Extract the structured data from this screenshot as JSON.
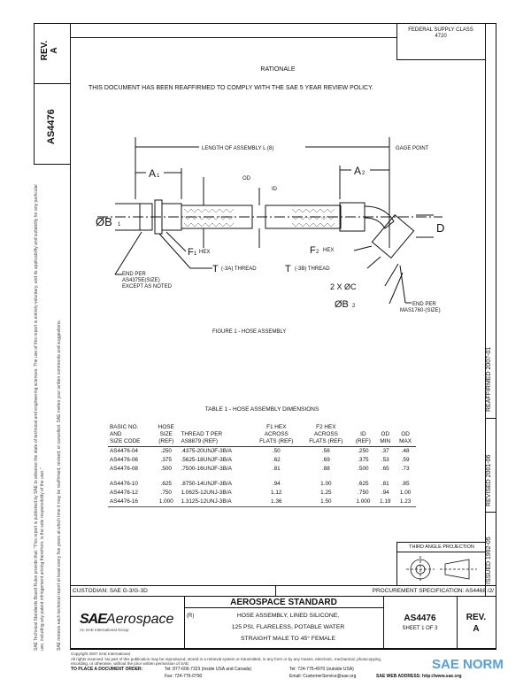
{
  "side_strip": {
    "rev_label": "REV.",
    "rev_value": "A",
    "doc_number": "AS4476"
  },
  "margin_notes": [
    "SAE Technical Standards Board Rules provide that: \"This report is published by SAE to advance the state of technical and engineering sciences. The use of this report is entirely voluntary, and its applicability and suitability for any particular use, including any patent infringement arising therefrom, is the sole responsibility of the user.\"",
    "SAE reviews each technical report at least every five years at which time it may be reaffirmed, revised, or cancelled. SAE invites your written comments and suggestions."
  ],
  "federal_supply": {
    "label": "FEDERAL SUPPLY CLASS",
    "value": "4720"
  },
  "rationale": {
    "title": "RATIONALE",
    "text": "THIS DOCUMENT HAS BEEN REAFFIRMED TO COMPLY WITH THE SAE 5 YEAR REVIEW POLICY."
  },
  "figure": {
    "caption": "FIGURE 1 - HOSE ASSEMBLY",
    "labels": {
      "length": "LENGTH OF ASSEMBLY L (8)",
      "gage_point": "GAGE POINT",
      "a1": "A",
      "a1_sub": "1",
      "a2": "A",
      "a2_sub": "2",
      "od": "OD",
      "id": "ID",
      "b1": "ØB",
      "b1_sub": "1",
      "d": "D",
      "f1": "F",
      "f1_sub": "1",
      "f1_hex": "HEX",
      "f2": "F",
      "f2_sub": "2",
      "f2_hex": "HEX",
      "t1": "T",
      "t1_note": "(-3A) THREAD",
      "t2": "T",
      "t2_note": "(-3B) THREAD",
      "c": "2 X ØC",
      "b2": "ØB",
      "b2_sub": "2",
      "end1_line1": "END PER",
      "end1_line2": "AS4375E(SIZE)",
      "end1_line3": "EXCEPT AS NOTED",
      "end2_line1": "END PER",
      "end2_line2": "MAS1760-(SIZE)"
    }
  },
  "table": {
    "title": "TABLE 1 - HOSE ASSEMBLY DIMENSIONS",
    "headers": [
      [
        "BASIC NO.",
        "AND",
        "SIZE CODE"
      ],
      [
        "HOSE",
        "SIZE",
        "(REF)"
      ],
      [
        "THREAD T PER",
        "AS8879 (REF)"
      ],
      [
        "F1 HEX",
        "ACROSS",
        "FLATS (REF)"
      ],
      [
        "F2 HEX",
        "ACROSS",
        "FLATS (REF)"
      ],
      [
        "ID",
        "(REF)"
      ],
      [
        "OD",
        "MIN"
      ],
      [
        "OD",
        "MAX"
      ]
    ],
    "rows": [
      [
        "AS4476-04",
        ".250",
        ".4375-20UNJF-3B/A",
        ".50",
        ".56",
        ".250",
        ".37",
        ".48"
      ],
      [
        "AS4476-06",
        ".375",
        ".5625-18UNJF-3B/A",
        ".62",
        ".69",
        ".375",
        ".53",
        ".59"
      ],
      [
        "AS4476-08",
        ".500",
        ".7500-16UNJF-3B/A",
        ".81",
        ".88",
        ".500",
        ".65",
        ".73"
      ],
      [
        "AS4476-10",
        ".625",
        ".8750-14UNJF-3B/A",
        ".94",
        "1.00",
        ".625",
        ".81",
        ".85"
      ],
      [
        "AS4476-12",
        ".750",
        "1.0625-12UNJ-3B/A",
        "1.12",
        "1.25",
        ".750",
        ".94",
        "1.00"
      ],
      [
        "AS4476-16",
        "1.000",
        "1.3125-12UNJ-3B/A",
        "1.36",
        "1.50",
        "1.000",
        "1.19",
        "1.23"
      ]
    ]
  },
  "projection": {
    "label": "THIRD ANGLE PROJECTION"
  },
  "right_strip": {
    "reaffirmed": "REAFFIRMED 2007-01",
    "revised": "REVISED 2001-06",
    "issued": "ISSUED 1992-05"
  },
  "custodian": "CUSTODIAN: SAE G-3/G-3D",
  "procurement": "PROCUREMENT SPECIFICATION: AS4468 /2/",
  "title_block": {
    "logo_bold": "SAE",
    "logo_light": "Aerospace",
    "logo_tag": "An SAE International Group",
    "heading": "AEROSPACE STANDARD",
    "r_mark": "(R)",
    "title_lines": [
      "HOSE ASSEMBLY, LINED SILICONE,",
      "125 PSI, FLARELESS, POTABLE WATER",
      "STRAIGHT MALE TO 45° FEMALE"
    ],
    "doc_number": "AS4476",
    "sheet": "SHEET 1 OF 3",
    "rev_label": "REV.",
    "rev_value": "A"
  },
  "footer": {
    "copyright": "Copyright 2007 SAE International",
    "rights": "All rights reserved. No part of this publication may be reproduced, stored in a retrieval system or transmitted, in any form or by any means, electronic, mechanical, photocopying,",
    "rights2": "recording, or otherwise, without the prior written permission of SAE.",
    "order_label": "TO PLACE A DOCUMENT ORDER:",
    "tel1": "Tel: 877-606-7323 (inside USA and Canada)",
    "tel2": "Tel: 724-776-4970 (outside USA)",
    "fax": "Fax: 724-776-0790",
    "email": "Email: CustomerService@sae.org",
    "web": "SAE WEB ADDRESS: http://www.sae.org"
  },
  "watermark": {
    "text": "SAE NORM",
    "color": "#3b8fd4"
  }
}
